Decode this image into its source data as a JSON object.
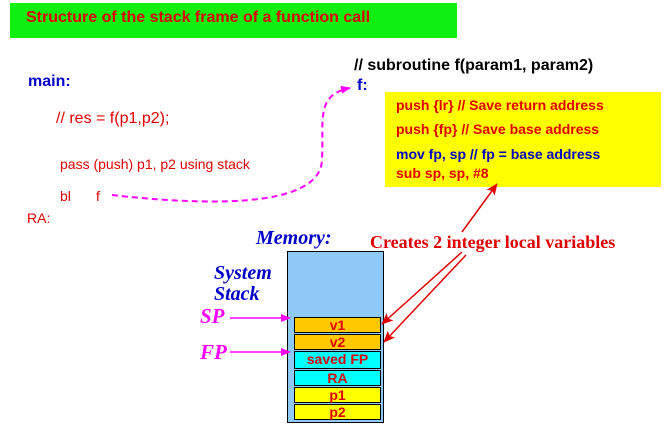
{
  "title": "Structure of the stack frame of a function call",
  "main": {
    "label": "main:",
    "comment": "// res = f(p1,p2);",
    "push_text": "pass (push) p1, p2 using stack",
    "bl_text": "bl",
    "bl_target": "f",
    "ra_label": "RA:"
  },
  "subroutine": {
    "comment": "// subroutine f(param1, param2)",
    "label": "f:",
    "code": [
      "push  {lr} // Save return address",
      "push  {fp} // Save base address",
      "mov fp, sp // fp = base address",
      "sub  sp, sp, #8"
    ]
  },
  "memory": {
    "title": "Memory:",
    "stack_label_line1": "System",
    "stack_label_line2": "Stack",
    "sp_label": "SP",
    "fp_label": "FP",
    "cells": [
      "v1",
      "v2",
      "saved FP",
      "RA",
      "p1",
      "p2"
    ]
  },
  "annotation": "Creates 2 integer local variables",
  "colors": {
    "title_bg": "#10f010",
    "title_text": "#e00000",
    "code_bg": "#ffff00",
    "memory_bg": "#8ec9f8",
    "cell_orange": "#ffc800",
    "cell_cyan": "#00ffff",
    "cell_yellow": "#ffff00",
    "pointer_magenta": "#ff00ff",
    "arrow_red": "#e00000"
  }
}
